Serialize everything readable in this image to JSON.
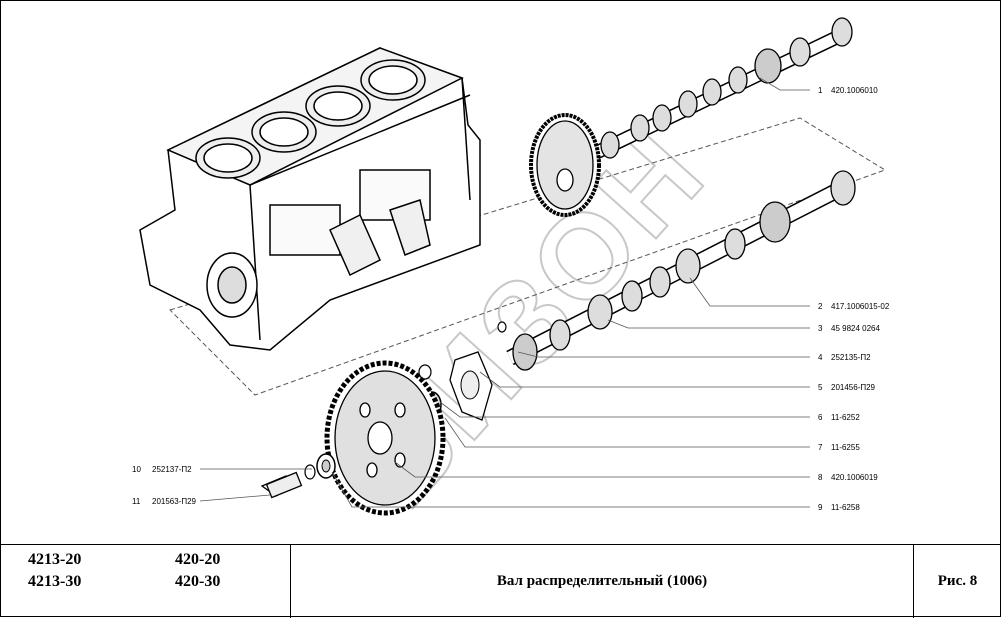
{
  "callouts": [
    {
      "num": "1",
      "code": "420.1006010"
    },
    {
      "num": "2",
      "code": "417.1006015-02"
    },
    {
      "num": "3",
      "code": "45 9824 0264"
    },
    {
      "num": "4",
      "code": "252135-П2"
    },
    {
      "num": "5",
      "code": "201456-П29"
    },
    {
      "num": "6",
      "code": "11-6252"
    },
    {
      "num": "7",
      "code": "11-6255"
    },
    {
      "num": "8",
      "code": "420.1006019"
    },
    {
      "num": "9",
      "code": "11-6258"
    },
    {
      "num": "10",
      "code": "252137-П2"
    },
    {
      "num": "11",
      "code": "201563-П29"
    }
  ],
  "watermark": "БИЗОН",
  "title_block": {
    "models_left": [
      "4213-20",
      "4213-30"
    ],
    "models_right": [
      "420-20",
      "420-30"
    ],
    "title": "Вал распределительный (1006)",
    "figure": "Рис. 8"
  }
}
